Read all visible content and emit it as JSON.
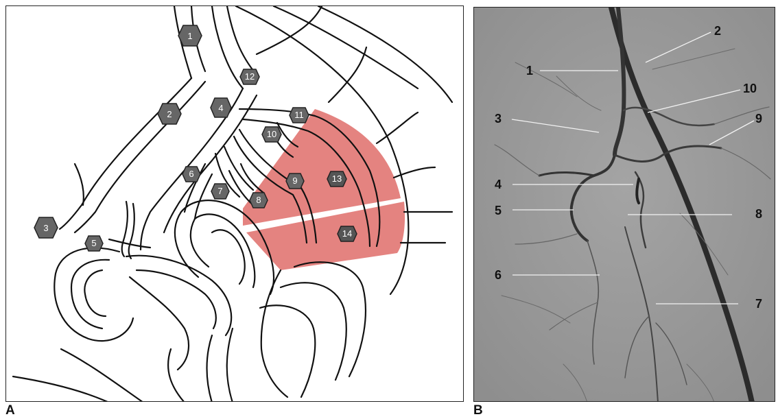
{
  "panel_a": {
    "letter": "A",
    "labels": [
      "1",
      "2",
      "3",
      "4",
      "5",
      "6",
      "7",
      "8",
      "9",
      "10",
      "11",
      "12",
      "13",
      "14"
    ],
    "muscle_color": "#d9534f",
    "hex_fill": "#666666"
  },
  "panel_b": {
    "letter": "B",
    "labels": [
      "1",
      "2",
      "3",
      "4",
      "5",
      "6",
      "7",
      "8",
      "9",
      "10"
    ]
  }
}
